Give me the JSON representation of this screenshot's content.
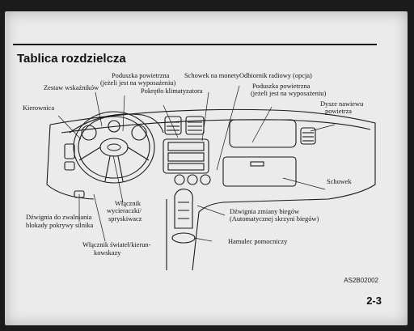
{
  "page": {
    "title": "Tablica rozdzielcza",
    "figure_ref": "AS2B02002",
    "page_number": "2-3"
  },
  "labels": {
    "airbag_driver_l1": "Poduszka powietrzna",
    "airbag_driver_l2": "(jeżeli jest na wyposażeniu)",
    "coin_box": "Schowek na monety",
    "radio": "Odbiornik radiowy (opcja)",
    "airbag_pass_l1": "Poduszka powietrzna",
    "airbag_pass_l2": "(jeżeli jest na wyposażeniu)",
    "gauges": "Zestaw wskaźników",
    "climate_knob": "Pokrętło klimatyzatora",
    "steering_wheel": "Kierownica",
    "vents_l1": "Dysze nawiewu",
    "vents_l2": "powietrza",
    "glovebox": "Schowek",
    "hood_l1": "Dźwignia do zwalniania",
    "hood_l2": "blokady pokrywy silnika",
    "wiper_l1": "Włącznik",
    "wiper_l2": "wycieraczki/",
    "wiper_l3": "spryskiwacz",
    "gear_l1": "Dźwignia zmiany biegów",
    "gear_l2": "(Automatycznej skrzyni biegów)",
    "handbrake": "Hamulec pomocniczy",
    "lights_l1": "Włącznik świateł/kierun-",
    "lights_l2": "kowskazy"
  }
}
